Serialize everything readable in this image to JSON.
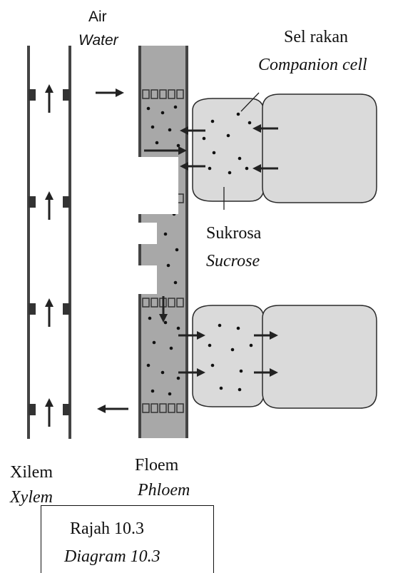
{
  "labels": {
    "water_ms": "Air",
    "water_en": "Water",
    "companion_ms": "Sel rakan",
    "companion_en": "Companion cell",
    "sucrose_ms": "Sukrosa",
    "sucrose_en": "Sucrose",
    "xylem_ms": "Xilem",
    "xylem_en": "Xylem",
    "phloem_ms": "Floem",
    "phloem_en": "Phloem"
  },
  "caption": {
    "title_ms": "Rajah 10.3",
    "title_en": "Diagram 10.3"
  },
  "colors": {
    "phloem_fill": "#a8a8a8",
    "cell_fill": "#dadada",
    "outline": "#2b2b2b",
    "tube_wall": "#444444"
  }
}
